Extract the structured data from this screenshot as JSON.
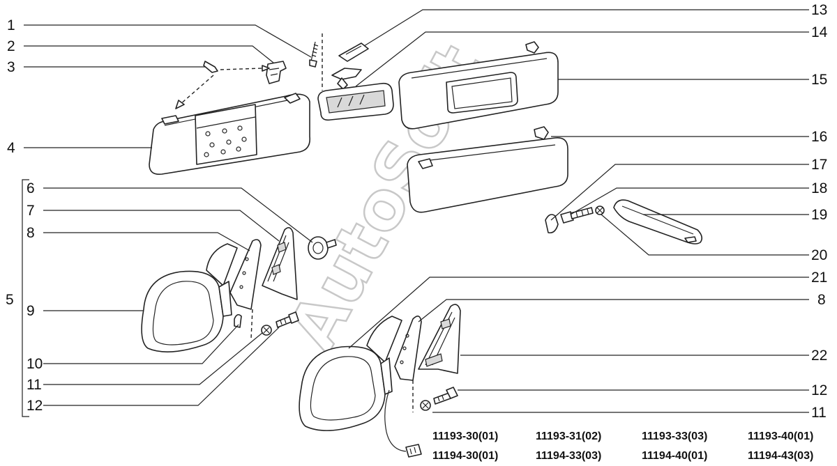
{
  "callouts": {
    "n1": "1",
    "n2": "2",
    "n3": "3",
    "n4": "4",
    "n5": "5",
    "n6": "6",
    "n7": "7",
    "n8a": "8",
    "n8b": "8",
    "n9": "9",
    "n10": "10",
    "n11a": "11",
    "n11b": "11",
    "n12a": "12",
    "n12b": "12",
    "n13": "13",
    "n14": "14",
    "n15": "15",
    "n16": "16",
    "n17": "17",
    "n18": "18",
    "n19": "19",
    "n20": "20",
    "n21": "21",
    "n22": "22"
  },
  "model_codes": {
    "row1": [
      "11193-30(01)",
      "11193-31(02)",
      "11193-33(03)",
      "11193-40(01)"
    ],
    "row2": [
      "11194-30(01)",
      "11194-33(03)",
      "11194-40(01)",
      "11194-43(03)"
    ]
  },
  "watermark": "AutoSoft",
  "colors": {
    "line": "#222222",
    "watermark": "#c8c8c8",
    "background": "#ffffff"
  }
}
